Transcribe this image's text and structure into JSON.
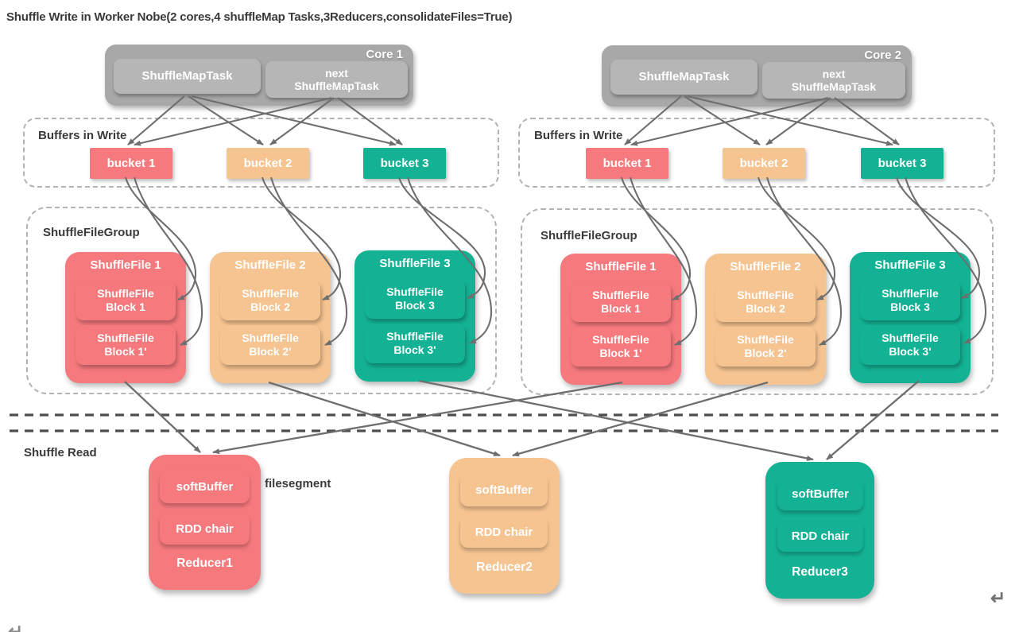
{
  "title": "Shuffle Write in Worker Nobe(2 cores,4 shuffleMap Tasks,3Reducers,consolidateFiles=True)",
  "cores": [
    {
      "label": "Core 1",
      "task1": "ShuffleMapTask",
      "task2_line1": "next",
      "task2_line2": "ShuffleMapTask"
    },
    {
      "label": "Core 2",
      "task1": "ShuffleMapTask",
      "task2_line1": "next",
      "task2_line2": "ShuffleMapTask"
    }
  ],
  "buffer_panels": [
    {
      "label": "Buffers in Write",
      "buckets": [
        "bucket 1",
        "bucket 2",
        "bucket 3"
      ]
    },
    {
      "label": "Buffers in Write",
      "buckets": [
        "bucket 1",
        "bucket 2",
        "bucket 3"
      ]
    }
  ],
  "file_group_panels": [
    {
      "label": "ShuffleFileGroup",
      "files": [
        {
          "title": "ShuffleFile 1",
          "blocks": [
            {
              "line1": "ShuffleFile",
              "line2": "Block 1"
            },
            {
              "line1": "ShuffleFile",
              "line2": "Block 1'"
            }
          ]
        },
        {
          "title": "ShuffleFile 2",
          "blocks": [
            {
              "line1": "ShuffleFile",
              "line2": "Block 2"
            },
            {
              "line1": "ShuffleFile",
              "line2": "Block 2'"
            }
          ]
        },
        {
          "title": "ShuffleFile 3",
          "blocks": [
            {
              "line1": "ShuffleFile",
              "line2": "Block 3"
            },
            {
              "line1": "ShuffleFile",
              "line2": "Block 3'"
            }
          ]
        }
      ]
    },
    {
      "label": "ShuffleFileGroup",
      "files": [
        {
          "title": "ShuffleFile 1",
          "blocks": [
            {
              "line1": "ShuffleFile",
              "line2": "Block 1"
            },
            {
              "line1": "ShuffleFile",
              "line2": "Block 1'"
            }
          ]
        },
        {
          "title": "ShuffleFile 2",
          "blocks": [
            {
              "line1": "ShuffleFile",
              "line2": "Block 2"
            },
            {
              "line1": "ShuffleFile",
              "line2": "Block 2'"
            }
          ]
        },
        {
          "title": "ShuffleFile 3",
          "blocks": [
            {
              "line1": "ShuffleFile",
              "line2": "Block 3"
            },
            {
              "line1": "ShuffleFile",
              "line2": "Block 3'"
            }
          ]
        }
      ]
    }
  ],
  "read_section": {
    "label": "Shuffle Read",
    "filesegment_label": "filesegment",
    "reducers": [
      {
        "buffer": "softBuffer",
        "chain": "RDD chair",
        "name": "Reducer1"
      },
      {
        "buffer": "softBuffer",
        "chain": "RDD chair",
        "name": "Reducer2"
      },
      {
        "buffer": "softBuffer",
        "chain": "RDD chair",
        "name": "Reducer3"
      }
    ]
  },
  "glyphs": {
    "paragraph_mark": "↵",
    "partial_mark": "↵"
  },
  "colors": {
    "red": "#F5797D",
    "orange": "#F6C491",
    "green": "#14B294",
    "core_gray": "#A8A8A8",
    "task_gray": "#B6B6B6",
    "arrow_gray": "#6E6E6E",
    "separator_gray": "#4F4F4F",
    "text_dark": "#3A3A3A"
  }
}
